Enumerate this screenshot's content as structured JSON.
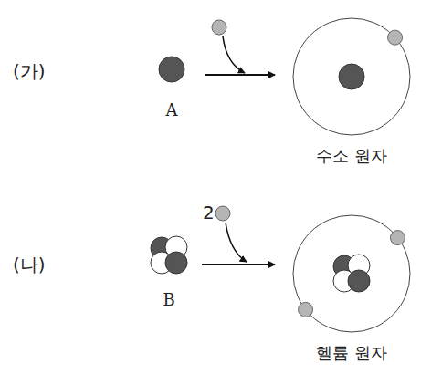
{
  "diagram": {
    "nodes": [
      {
        "text": [
          "A"
        ]
      },
      {
        "text": [
          "수소 원자"
        ]
      },
      {
        "text": [
          "B"
        ]
      },
      {
        "text": [
          "헬륨 원자"
        ]
      }
    ],
    "edges": [
      {
        "from": 0,
        "to": 1,
        "arrow": "to"
      },
      {
        "from": 2,
        "to": 3,
        "arrow": "to"
      }
    ],
    "labels": [
      "(가)",
      "(나)",
      "2"
    ]
  }
}
